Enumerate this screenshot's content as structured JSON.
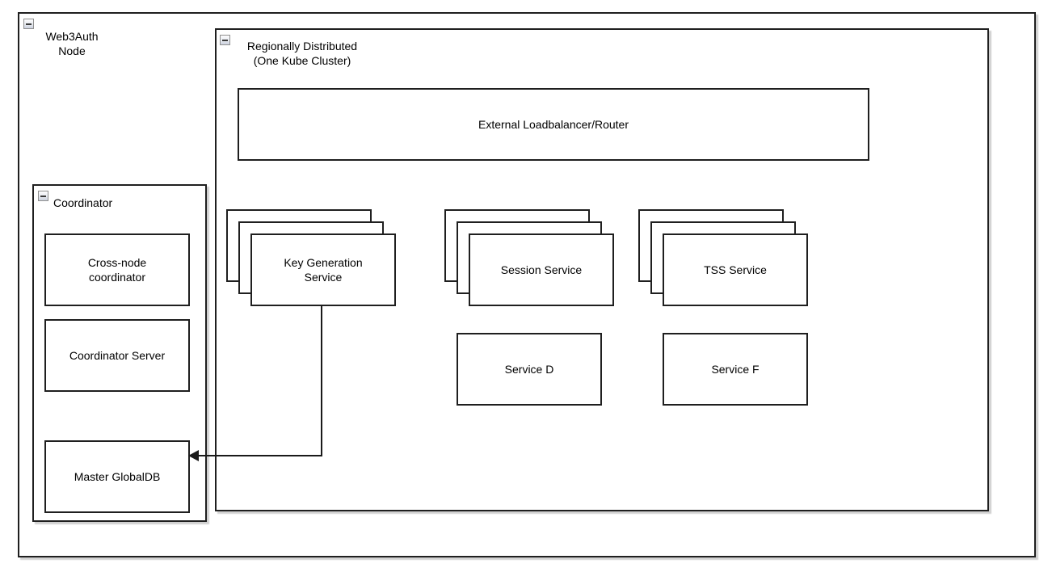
{
  "diagram": {
    "colors": {
      "stroke": "#1f1f1f",
      "background": "#ffffff",
      "shadow": "rgba(0,0,0,0.18)"
    },
    "outer": {
      "label": "Web3Auth\nNode",
      "collapse_icon": "minus"
    },
    "regional": {
      "label": "Regionally Distributed\n(One Kube Cluster)",
      "collapse_icon": "minus",
      "loadbalancer": {
        "label": "External Loadbalancer/Router"
      },
      "stacks": [
        {
          "id": "key-generation-service",
          "label": "Key Generation\nService",
          "copies": 3
        },
        {
          "id": "session-service",
          "label": "Session Service",
          "copies": 3
        },
        {
          "id": "tss-service",
          "label": "TSS Service",
          "copies": 3
        }
      ],
      "services": [
        {
          "id": "service-d",
          "label": "Service D"
        },
        {
          "id": "service-f",
          "label": "Service F"
        }
      ]
    },
    "coordinator": {
      "label": "Coordinator",
      "collapse_icon": "minus",
      "children": [
        {
          "id": "cross-node-coordinator",
          "label": "Cross-node\ncoordinator"
        },
        {
          "id": "coordinator-server",
          "label": "Coordinator Server"
        },
        {
          "id": "master-globaldb",
          "label": "Master GlobalDB"
        }
      ]
    },
    "edges": [
      {
        "from": "key-generation-service",
        "to": "master-globaldb",
        "style": "orthogonal",
        "arrow": "filled-left"
      }
    ]
  }
}
